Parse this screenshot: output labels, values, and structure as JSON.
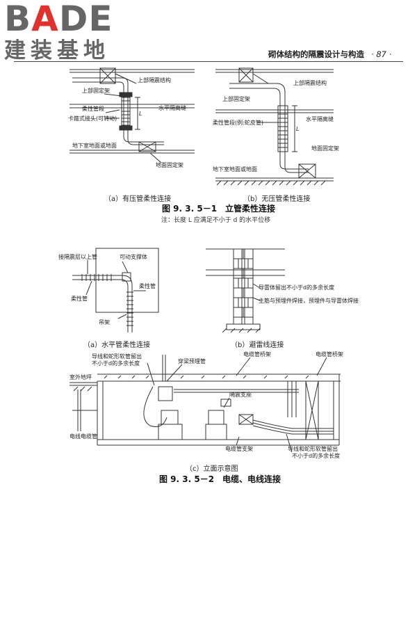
{
  "logo": {
    "latin_prefix": "B",
    "latin_accent": "A",
    "latin_suffix": "DE",
    "cjk": "建装基地"
  },
  "header": {
    "title": "砌体结构的隔震设计与构造",
    "page": "· 87 ·"
  },
  "fig1": {
    "a": {
      "caption": "（a）有压管柔性连接",
      "labels": {
        "top": "上部隔震结构",
        "fix_top": "上部固定架",
        "flex": "柔性管段",
        "joint": "卡箍式接头(可转动)",
        "gap": "水平隔离缝",
        "L": "L",
        "ground": "地下室地面或地面",
        "fix_ground": "地面固定架"
      }
    },
    "b": {
      "caption": "（b）无压管柔性连接",
      "labels": {
        "top": "上部隔震结构",
        "fix_top": "上部固定架",
        "flex": "柔性管段(例:蛇皮管)",
        "gap": "水平隔离缝",
        "L": "L",
        "fix_ground": "地面固定架",
        "ground": "地下室地面或地面"
      }
    },
    "title": "图 9. 3. 5－1　立管柔性连接",
    "note": "注：长度 L 应满足不小于 d 的水平位移"
  },
  "fig2": {
    "a": {
      "caption": "（a）水平管柔性连接",
      "labels": {
        "pipe": "接隔震层以上管",
        "support": "可动支撑体",
        "flex_left": "柔性管",
        "flex_right": "柔性管",
        "hanger": "吊架"
      }
    },
    "b": {
      "caption": "（b）避雷线连接",
      "labels": {
        "l1": "导雷体留出不小于d的多余长度",
        "l2": "主筋与预埋件焊接，预埋件与导雷体焊接"
      }
    },
    "c": {
      "caption": "（c）立面示意图",
      "labels": {
        "wire_top": "导线和蛇形软管留出",
        "wire_top2": "不小于d的多余长度",
        "sleeve": "穿梁预埋管",
        "tray": "电缆管桥架",
        "tray2": "电缆管桥架",
        "outdoor": "室外地坪",
        "bearing": "隔震支座",
        "conduit": "电线电缆管",
        "cable_support": "电缆管支架",
        "wire_bottom": "导线和蛇形软管留出",
        "wire_bottom2": "不小于d的多余长度"
      }
    },
    "title": "图 9. 3. 5－2　电缆、电线连接"
  }
}
